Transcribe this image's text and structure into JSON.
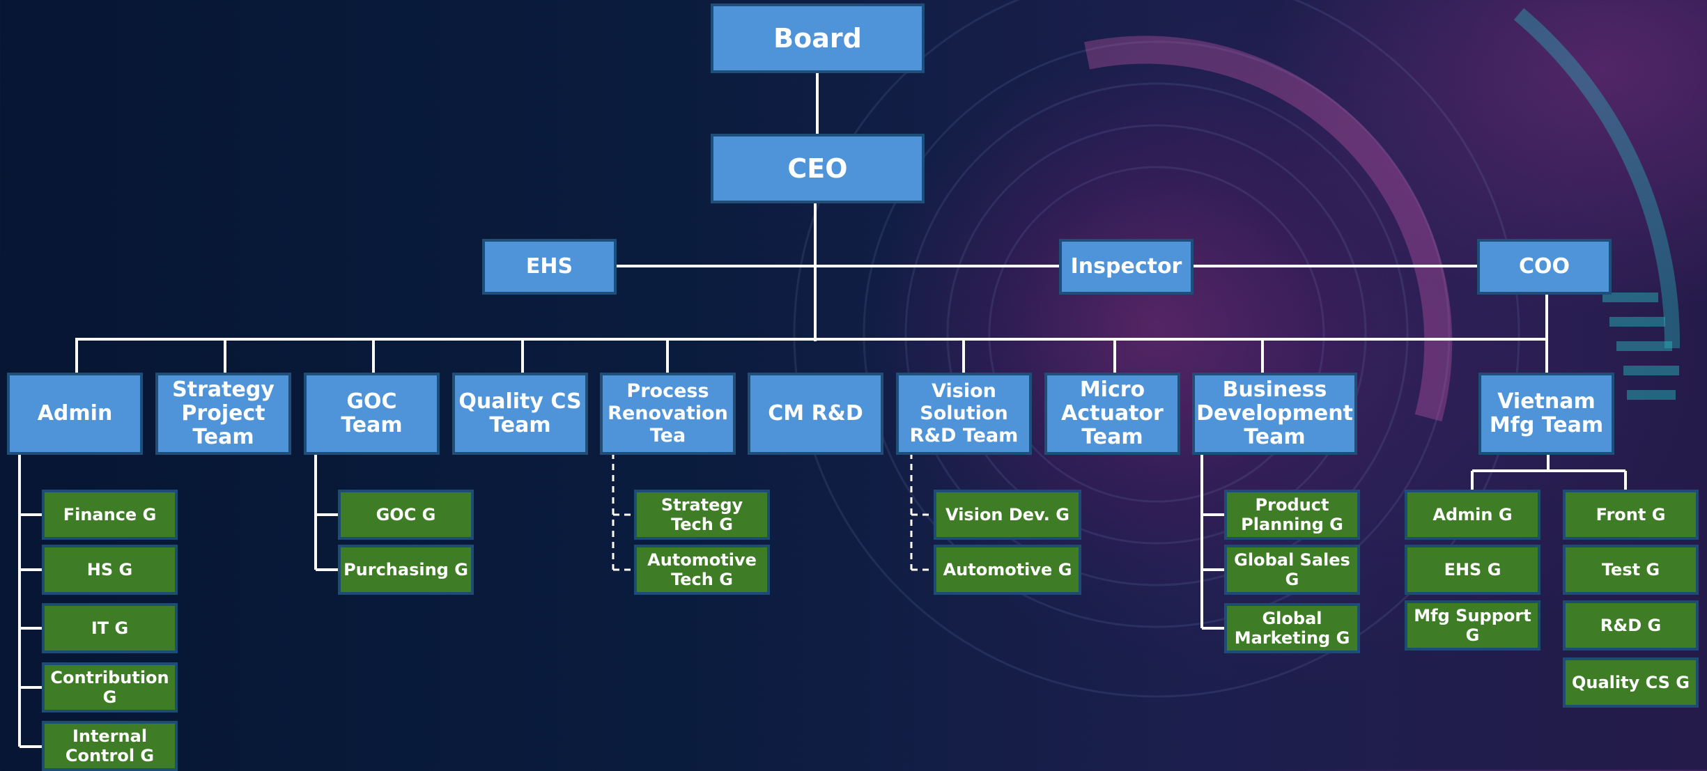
{
  "colors": {
    "team_box": "#4f93d8",
    "team_border": "#1f4e79",
    "group_box": "#3e7d25",
    "connector": "#ffffff"
  },
  "top": {
    "board": "Board",
    "ceo": "CEO",
    "ehs": "EHS",
    "inspector": "Inspector",
    "coo": "COO"
  },
  "teams": {
    "admin": "Admin",
    "strategy": "Strategy\nProject\nTeam",
    "goc": "GOC\nTeam",
    "quality": "Quality CS\nTeam",
    "process": "Process\nRenovation\nTea",
    "cmrd": "CM R&D",
    "vision": "Vision\nSolution\nR&D Team",
    "micro": "Micro\nActuator\nTeam",
    "bizdev": "Business\nDevelopment\nTeam",
    "vietnam": "Vietnam\nMfg Team"
  },
  "groups": {
    "admin": [
      "Finance G",
      "HS G",
      "IT G",
      "Contribution\nG",
      "Internal\nControl G"
    ],
    "goc": [
      "GOC G",
      "Purchasing G"
    ],
    "process": [
      "Strategy\nTech G",
      "Automotive\nTech G"
    ],
    "vision": [
      "Vision Dev. G",
      "Automotive G"
    ],
    "bizdev": [
      "Product\nPlanning G",
      "Global Sales\nG",
      "Global\nMarketing G"
    ],
    "vietnam_left": [
      "Admin G",
      "EHS G",
      "Mfg Support\nG"
    ],
    "vietnam_right": [
      "Front G",
      "Test G",
      "R&D G",
      "Quality CS G"
    ]
  }
}
